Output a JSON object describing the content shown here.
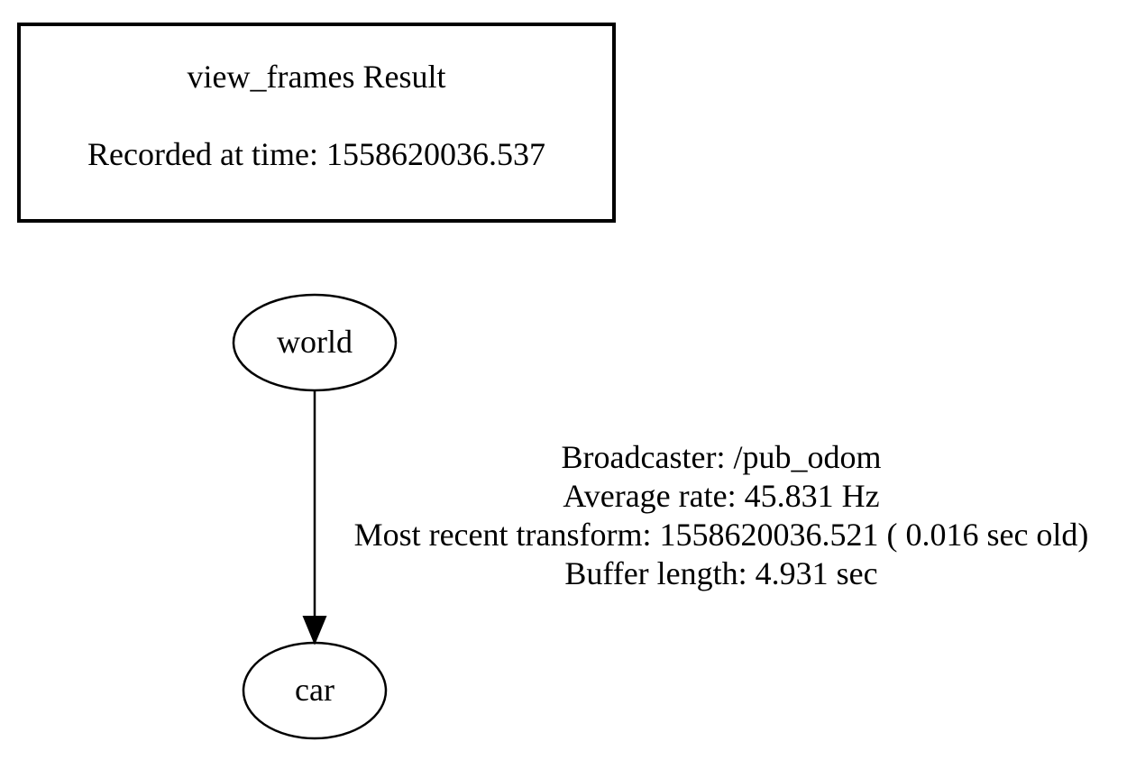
{
  "header": {
    "title": "view_frames Result",
    "recorded": "Recorded at time: 1558620036.537"
  },
  "nodes": {
    "world": "world",
    "car": "car"
  },
  "edge": {
    "broadcaster": "Broadcaster: /pub_odom",
    "average_rate": "Average rate: 45.831 Hz",
    "most_recent": "Most recent transform: 1558620036.521 ( 0.016 sec old)",
    "buffer_length": "Buffer length: 4.931 sec"
  }
}
